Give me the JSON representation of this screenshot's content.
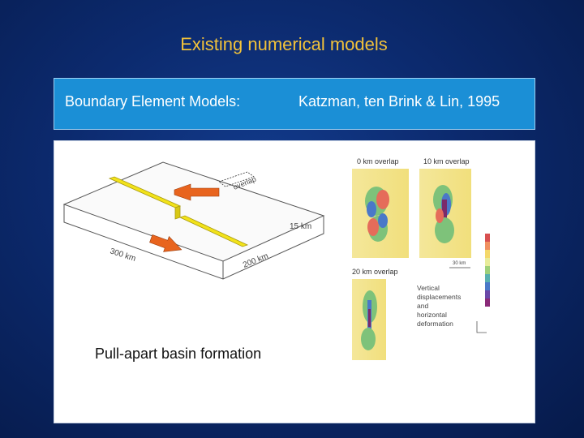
{
  "slide": {
    "title": "Existing numerical models",
    "subtitle_left": "Boundary Element Models:",
    "subtitle_right": "Katzman, ten Brink & Lin, 1995",
    "caption": "Pull-apart basin formation"
  },
  "figure_left": {
    "depth_label": "15 km",
    "length_label": "300 km",
    "width_label": "200 km",
    "overlap_label": "overlap"
  },
  "figure_right": {
    "panels": [
      "0 km overlap",
      "10 km overlap",
      "20 km overlap"
    ],
    "legend_line1": "Vertical",
    "legend_line2": "displacements",
    "legend_line3": "and",
    "legend_line4": "horizontal",
    "legend_line5": "deformation",
    "scale_label": "30 km"
  },
  "colors": {
    "title": "#f2c23a",
    "subtitle_bg": "#1b8fd6",
    "fault": "#f2e21a",
    "arrow": "#e8641e"
  }
}
